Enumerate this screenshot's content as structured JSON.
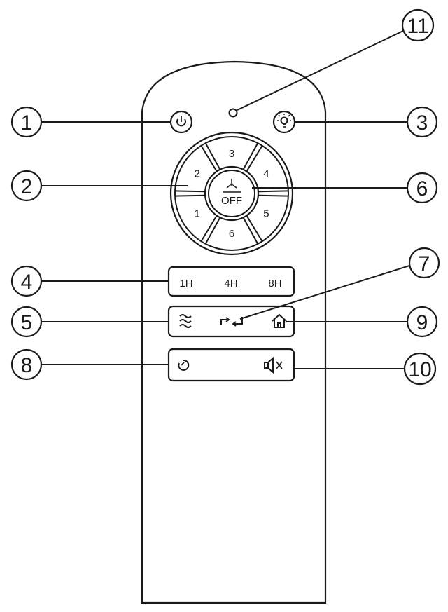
{
  "colors": {
    "ink": "#1a1a1a",
    "background": "#ffffff"
  },
  "speed_ring": {
    "segments": [
      "3",
      "4",
      "5",
      "6",
      "1",
      "2"
    ],
    "center_label": "OFF",
    "center_icon": "fan-icon"
  },
  "timer_keys": [
    "1H",
    "4H",
    "8H"
  ],
  "mode_keys": {
    "left_icon": "breeze-icon",
    "middle_icon": "reverse-icon",
    "right_icon": "home-icon"
  },
  "bottom_keys": {
    "left_icon": "timer-icon",
    "right_icon": "mute-icon"
  },
  "top_keys": {
    "power_icon": "power-icon",
    "light_icon": "light-bulb-icon",
    "indicator": "indicator-led"
  },
  "callouts": [
    "1",
    "2",
    "3",
    "4",
    "5",
    "6",
    "7",
    "8",
    "9",
    "10",
    "11"
  ]
}
